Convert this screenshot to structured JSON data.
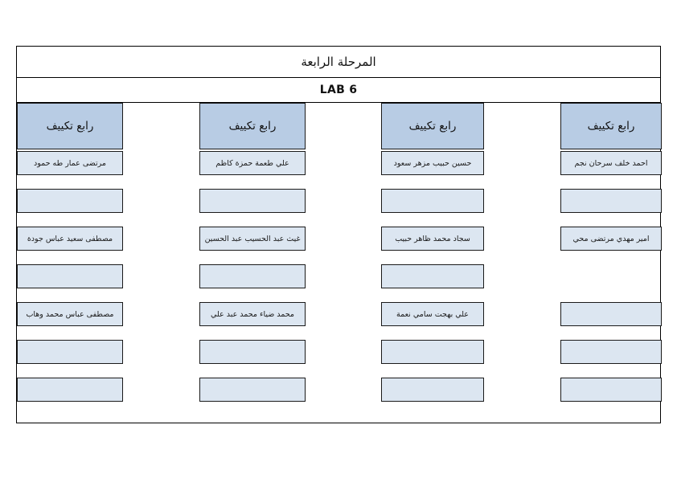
{
  "sheet": {
    "title": "المرحلة الرابعة",
    "lab": "LAB 6",
    "colors": {
      "header_fill": "#b8cce4",
      "cell_fill": "#dce6f1",
      "border": "#1a1a1a",
      "page_background": "#ffffff"
    },
    "columns": [
      {
        "header": "رابع تكييف",
        "cells": [
          "مرتضى عمار طه حمود",
          "",
          "مصطفى سعيد عباس جودة",
          "",
          "مصطفى عباس محمد وهاب",
          "",
          ""
        ]
      },
      {
        "header": "رابع تكييف",
        "cells": [
          "علي طعمة حمزة كاظم",
          "",
          "غيث عبد الحسيب عبد الحسين",
          "",
          "محمد ضياء محمد عبد علي",
          "",
          ""
        ]
      },
      {
        "header": "رابع تكييف",
        "cells": [
          "حسين حبيب مزهر سعود",
          "",
          "سجاد محمد ظاهر حبيب",
          "",
          "علي بهجت سامي نعمة",
          "",
          ""
        ]
      },
      {
        "header": "رابع تكييف",
        "cells": [
          "احمد خلف سرحان نجم",
          "",
          "امير مهدي مرتضى محي",
          null,
          "",
          "",
          ""
        ]
      }
    ]
  }
}
